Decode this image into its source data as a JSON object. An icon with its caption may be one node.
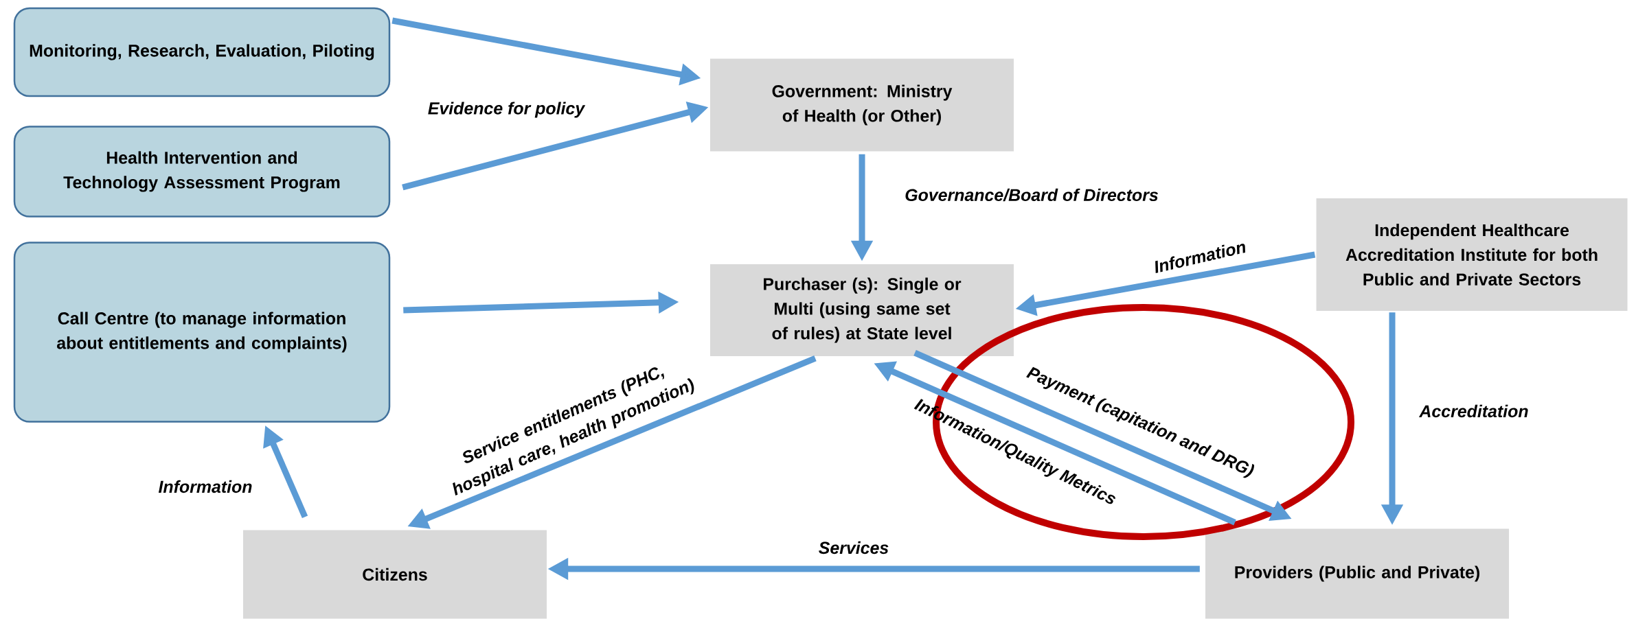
{
  "diagram": {
    "nodes": [
      {
        "text": [
          "Monitoring, Research, Evaluation, Piloting"
        ]
      },
      {
        "text": [
          "Health Intervention and Technology Assessment Program"
        ]
      },
      {
        "text": [
          "Government: Ministry of Health (or Other)"
        ]
      },
      {
        "text": [
          "Call Centre (to manage information about entitlements and complaints)"
        ]
      },
      {
        "text": [
          "Purchaser (s): Single or Multi (using same set of rules) at State level"
        ]
      },
      {
        "text": [
          "Independent Healthcare Accreditation Institute for both Public and Private Sectors"
        ]
      },
      {
        "text": [
          "Citizens"
        ]
      },
      {
        "text": [
          "Providers (Public and Private)"
        ]
      }
    ],
    "edges": [
      {
        "from": 0,
        "to": 2,
        "arrow": "to"
      },
      {
        "from": 1,
        "to": 2,
        "arrow": "to",
        "label": "Evidence for policy"
      },
      {
        "from": 2,
        "to": 4,
        "arrow": "to",
        "label": "Governance/Board of Directors"
      },
      {
        "from": 3,
        "to": 4,
        "arrow": "to"
      },
      {
        "from": 5,
        "to": 4,
        "arrow": "to",
        "label": "Information"
      },
      {
        "from": 4,
        "to": 6,
        "arrow": "to",
        "label": "Service entitlements (PHC, hospital care, health promotion)"
      },
      {
        "from": 4,
        "to": 7,
        "arrow": "to",
        "label": "Payment (capitation and DRG)"
      },
      {
        "from": 7,
        "to": 4,
        "arrow": "to",
        "label": "Information/Quality Metrics"
      },
      {
        "from": 5,
        "to": 7,
        "arrow": "to",
        "label": "Accreditation"
      },
      {
        "from": 7,
        "to": 6,
        "arrow": "to",
        "label": "Services"
      },
      {
        "from": 6,
        "to": 3,
        "arrow": "to",
        "label": "Information"
      }
    ]
  }
}
